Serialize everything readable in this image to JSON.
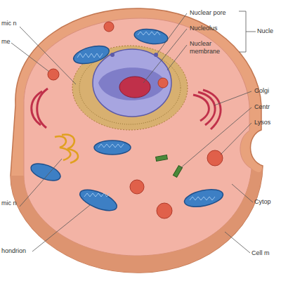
{
  "diagram": {
    "labels": [
      "Nuclear pore",
      "Nucleolus",
      "Nuclear membrane",
      "Nucle",
      "mic n",
      "me",
      "Golgi",
      "Centr",
      "Lysos",
      "mic n",
      "Cytop",
      "hondrion",
      "Cell m"
    ]
  }
}
